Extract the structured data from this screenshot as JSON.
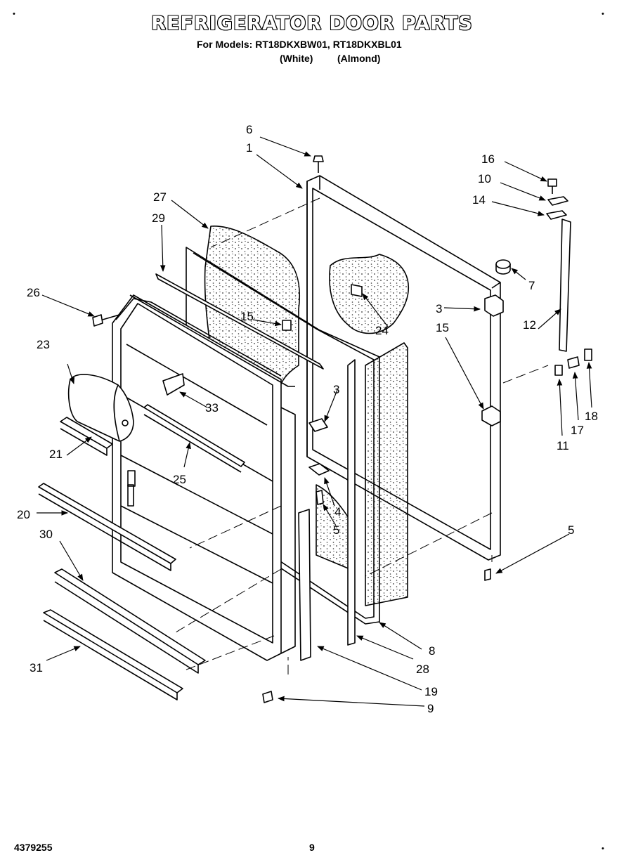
{
  "header": {
    "title": "REFRIGERATOR DOOR PARTS",
    "models_line": "For Models: RT18DKXBW01, RT18DKXBL01",
    "color_white": "(White)",
    "color_almond": "(Almond)"
  },
  "corner_marks": [
    "•",
    "•",
    "•"
  ],
  "footer": {
    "part_number": "4379255",
    "page_number": "9"
  },
  "callouts": [
    "1",
    "3",
    "3",
    "4",
    "5",
    "5",
    "6",
    "7",
    "8",
    "9",
    "10",
    "11",
    "12",
    "14",
    "15",
    "15",
    "16",
    "17",
    "18",
    "19",
    "20",
    "21",
    "23",
    "24",
    "25",
    "26",
    "27",
    "28",
    "29",
    "30",
    "31",
    "33"
  ],
  "colors": {
    "ink": "#000000",
    "paper": "#ffffff",
    "foam_dots": "#333333"
  }
}
